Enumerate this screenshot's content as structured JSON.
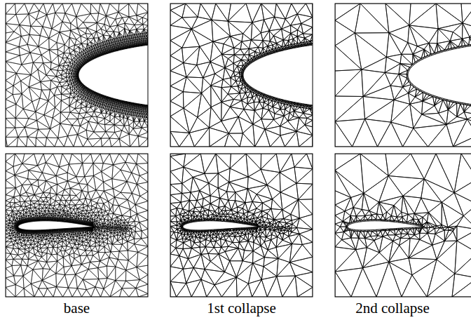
{
  "diagram": {
    "labels": [
      "base",
      "1st collapse",
      "2nd collapse"
    ]
  }
}
